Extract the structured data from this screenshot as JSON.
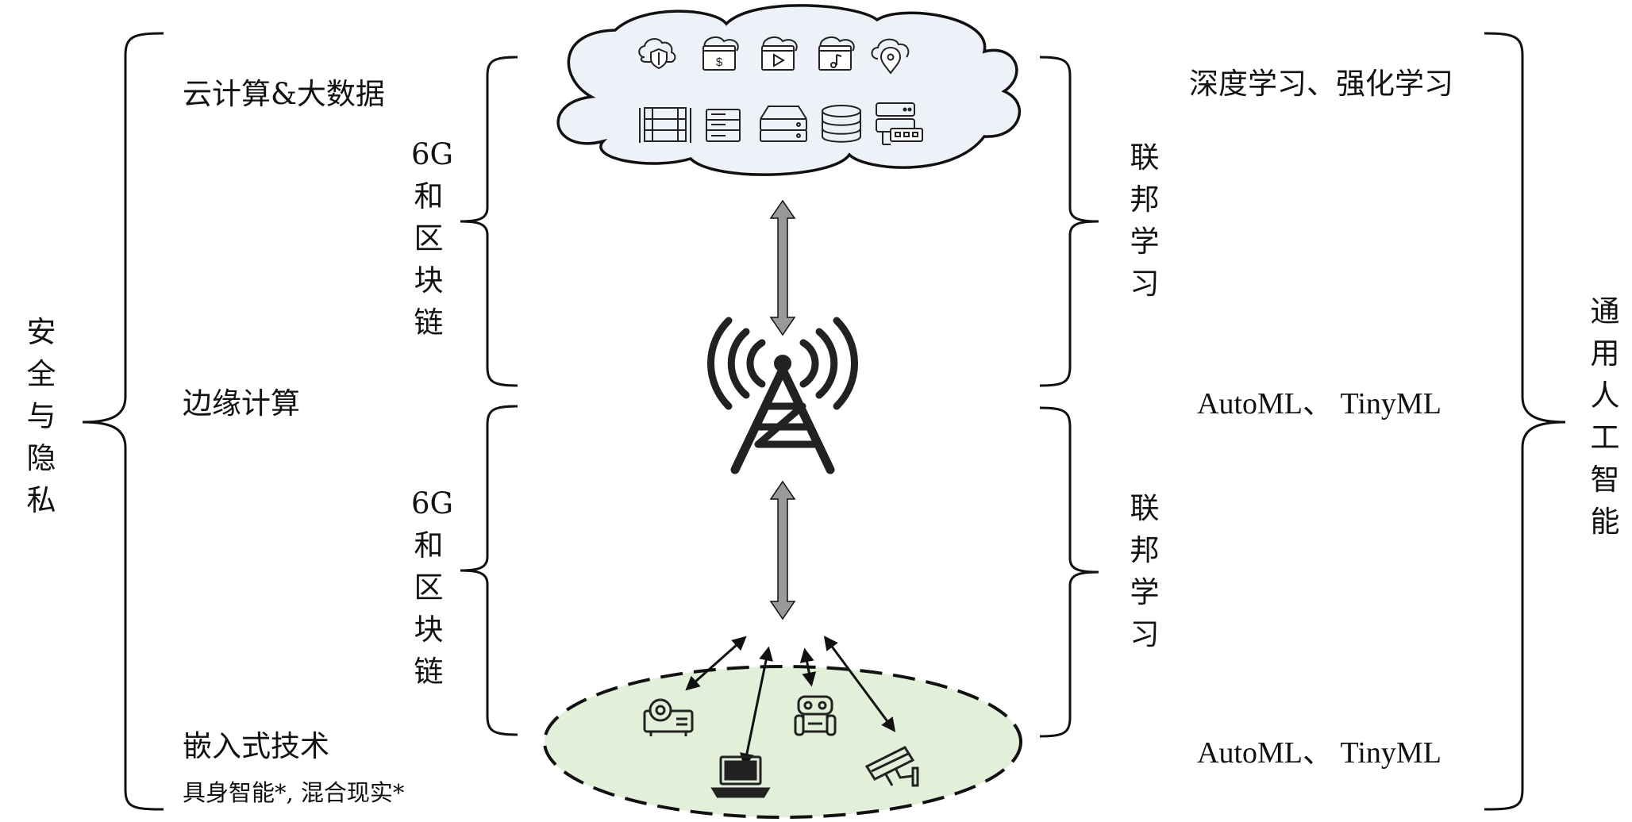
{
  "left": {
    "outer_label": "安全与隐私",
    "layers": [
      "云计算&大数据",
      "边缘计算",
      "嵌入式技术"
    ],
    "embedded_sub": "具身智能*, 混合现实*",
    "inner_label_top": "6G和区块链",
    "inner_label_bottom": "6G和区块链"
  },
  "right": {
    "outer_label": "通用人工智能",
    "layers": [
      "深度学习、强化学习",
      "AutoML、 TinyML",
      "AutoML、 TinyML"
    ],
    "inner_label_top": "联邦学习",
    "inner_label_bottom": "联邦学习"
  },
  "cloud_icons": {
    "top_row": [
      "cloud-shield-icon",
      "dollar-window-icon",
      "play-window-icon",
      "music-window-icon",
      "location-cloud-icon"
    ],
    "bottom_row": [
      "server-rack-icon",
      "server-icon",
      "storage-drive-icon",
      "database-icon",
      "server-network-icon"
    ]
  },
  "device_icons": [
    "projector-icon",
    "robot-icon",
    "laptop-icon",
    "security-camera-icon"
  ],
  "colors": {
    "cloud_fill": "#eef2f8",
    "device_zone_fill": "#e2efd9",
    "arrow_fill": "#999999",
    "stroke": "#111111"
  }
}
